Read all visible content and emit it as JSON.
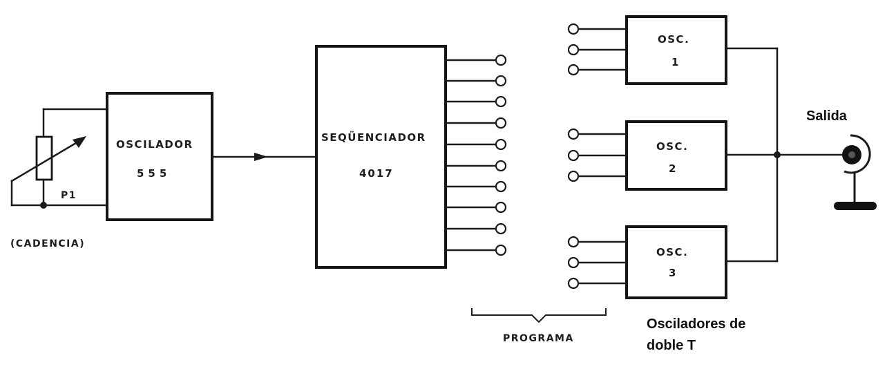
{
  "blocks": {
    "oscillator": {
      "line1": "OSCILADOR",
      "line2": "555"
    },
    "sequencer": {
      "line1": "SEQÜENCIADOR",
      "line2": "4017"
    },
    "osc1": {
      "line1": "OSC.",
      "line2": "1"
    },
    "osc2": {
      "line1": "OSC.",
      "line2": "2"
    },
    "osc3": {
      "line1": "OSC.",
      "line2": "3"
    }
  },
  "labels": {
    "potentiometer": "P1",
    "cadence": "(CADENCIA)",
    "program": "PROGRAMA",
    "output": "Salida",
    "twin_t_line1": "Osciladores de",
    "twin_t_line2": "doble T"
  },
  "sequencer_outputs": 10,
  "oscillator_inputs_each": 3
}
